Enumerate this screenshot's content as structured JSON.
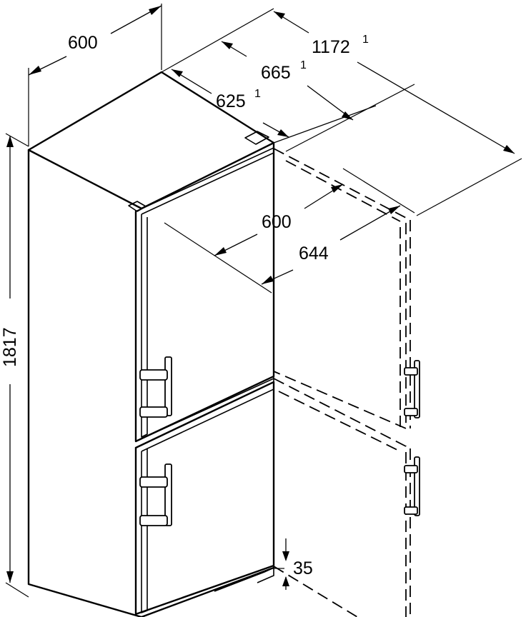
{
  "dimensions": {
    "width": {
      "value": "600"
    },
    "height": {
      "value": "1817"
    },
    "depth_body": {
      "value": "625",
      "footnote": "1"
    },
    "depth_with_handles": {
      "value": "665",
      "footnote": "1"
    },
    "depth_door_open": {
      "value": "1172",
      "footnote": "1"
    },
    "door_width": {
      "value": "600"
    },
    "door_swing_width": {
      "value": "644"
    },
    "plinth_clearance": {
      "value": "35"
    }
  }
}
